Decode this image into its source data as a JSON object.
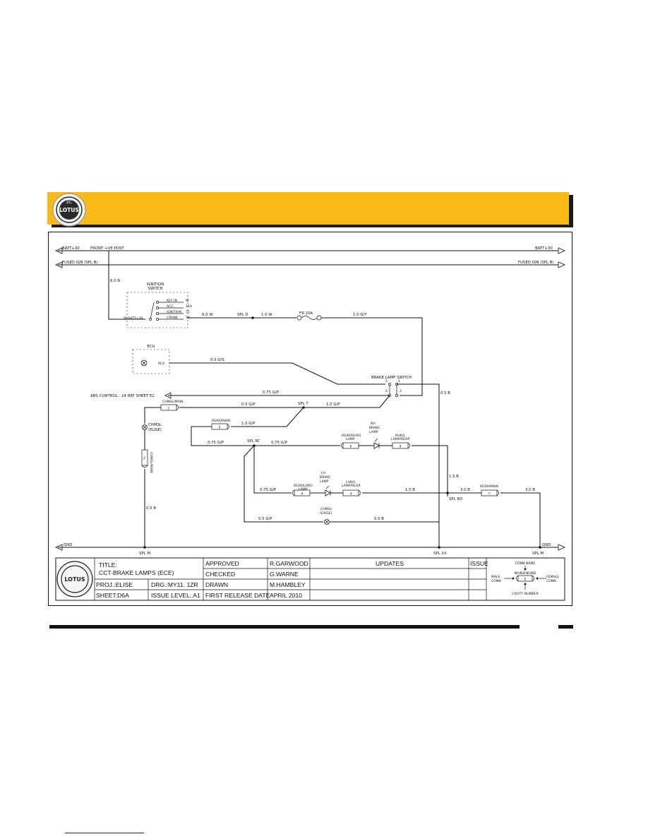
{
  "brand": {
    "logo_text": "LOTUS",
    "banner_color": "#F9B918"
  },
  "rails": {
    "batt_left": "BATT+30",
    "front_post": "FRONT +VE POST",
    "batt_right": "BATT+30",
    "fused_left": "FUSED IGN (SPL B)",
    "fused_right": "FUSED IGN (SPL B)",
    "gnd_left": "GND",
    "gnd_right": "GND"
  },
  "ignition": {
    "title1": "IGNITION",
    "title2": "SWITCH",
    "pos_key_in": "KEY IN",
    "pos_key_in_pin": "W",
    "pos_acc": "ACC.",
    "pos_acc_pin": "15A",
    "pos_ign": "IGNITION",
    "pos_ign_pin": "15",
    "pos_crank": "CRANK",
    "pos_crank_pin": "50",
    "input_label": "30 BATT+30"
  },
  "ecu": {
    "title": "ECU",
    "pin": "RC4"
  },
  "brake_switch": {
    "title": "BRAKE LAMP SWITCH",
    "pin2": "2",
    "pin1": "1",
    "pin4": "4",
    "pin3": "3"
  },
  "labels": {
    "w_6n": "6.0 N",
    "w_6w": "6.0 W",
    "spl_d": "SPL D",
    "w_1w": "1.0 W",
    "fuse": "F9-10A",
    "w_1gy": "1.0 G/Y",
    "w_05os": "0.5 O/S",
    "abs": "ABS CONTROL - 24 REF SHEET E2",
    "w_075gp_abs": "0.75 G/P",
    "w_05b_right": "0.5 B",
    "chmsl_main_conn": "CHMSL/MAIN",
    "chmsl_main_cav": "1",
    "w_05gp_top": "0.5 G/P",
    "spl_t": "SPL T",
    "w_1gp_top": "1.0 G/P",
    "chmsl_elise_1": "CHMSL",
    "chmsl_elise_2": "(ELISE)",
    "rear_main_conn": "REAR/MAIN",
    "rear_main_cav": "5",
    "w_1gp_mid": "1.0 G/P",
    "rear_rhro_1": "REAR/RHRO",
    "rear_rhro_2": "LAMP",
    "rear_rhro_cav": "6",
    "rh_brake_1": "RH",
    "rh_brake_2": "BRAKE",
    "rh_brake_3": "LAMP",
    "rhro_1": "RHRO",
    "rhro_2": "LAMP/REAR",
    "rhro_cav": "4",
    "w_075gp_a": "0.75 G/P",
    "spl_rc": "SPL RC",
    "w_075gp_b": "0.75 G/P",
    "chmsl_main_vert": "CHMSL/MAIN",
    "chmsl_main_vert_cav": "2",
    "w_15b_upper": "1.5 B",
    "lh_brake_1": "LH",
    "lh_brake_2": "BRAKE",
    "lh_brake_3": "LAMP",
    "rear_lhro_1": "REAR/LHRO",
    "rear_lhro_2": "LAMP",
    "rear_lhro_cav": "6",
    "lhro_1": "LHRO",
    "lhro_2": "LAMP/REAR",
    "lhro_cav": "4",
    "w_075gp_c": "0.75 G/P",
    "w_15b_lower": "1.5 B",
    "w_3b_a": "3.0 B",
    "rear_main2_conn": "REAR/MAIN",
    "rear_main2_cav": "7",
    "w_3b_b": "3.0 B",
    "spl_rd": "SPL RD",
    "w_05b_left": "0.5 B",
    "chmsl_exige_1": "CHMSL",
    "chmsl_exige_2": "(EXIGE)",
    "w_05gp_bottom": "0.5 G/P",
    "w_05b_bottom": "0.5 B",
    "spl_m_left": "SPL M",
    "spl_xx": "SPL XX",
    "spl_m_right": "SPL M"
  },
  "title_block": {
    "title_label": "TITLE:",
    "title_value": "CCT-BRAKE LAMPS (ECE)",
    "proj": "PROJ.:ELISE",
    "drg": "DRG.:MY11. 1ZR",
    "sheet": "SHEET:D6A",
    "issue_level": "ISSUE LEVEL: A1",
    "approved": "APPROVED",
    "approved_by": "R.GARWOOD",
    "checked": "CHECKED",
    "checked_by": "G.WARNE",
    "drawn": "DRAWN",
    "drawn_by": "M.HAMBLEY",
    "first_release": "FIRST RELEASE DATE",
    "first_release_date": "APRIL 2010",
    "updates": "UPDATES",
    "issue": "ISSUE"
  },
  "legend": {
    "conn_name": "CONN NAME",
    "main_engine": "MAIN/ENGINE",
    "male_1": "MALE",
    "male_2": "CONN",
    "female_1": "FEMALE",
    "female_2": "CONN",
    "cavity_number": "CAVITY NUMBER",
    "cavity_value": "5"
  }
}
